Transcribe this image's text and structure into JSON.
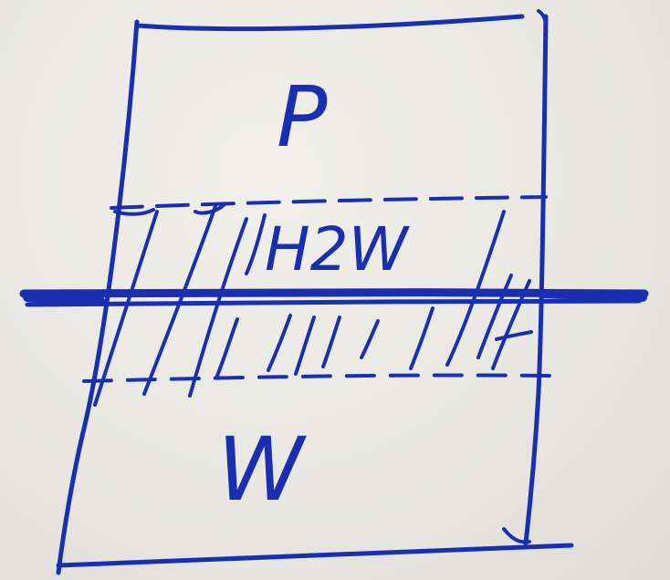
{
  "diagram": {
    "ink_color": "#1a2fb0",
    "regions": {
      "top_label": "P",
      "middle_label": "H2W",
      "bottom_label": "W"
    }
  }
}
